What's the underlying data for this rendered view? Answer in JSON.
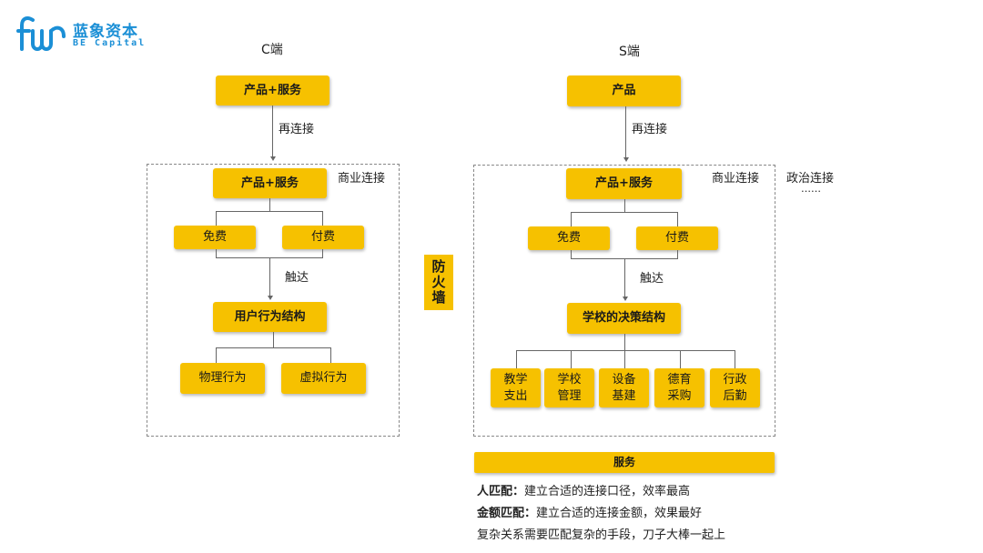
{
  "logo": {
    "name_cn": "蓝象资本",
    "name_en": "BE Capital",
    "color": "#1b8fd6"
  },
  "colors": {
    "box": "#F6C100",
    "line": "#666666",
    "dashed": "#888888"
  },
  "c_side": {
    "title": "C端",
    "top_box": "产品+服务",
    "reconnect": "再连接",
    "business": "商业连接",
    "inner_box": "产品+服务",
    "free": "免费",
    "paid": "付费",
    "reach": "触达",
    "structure": "用户行为结构",
    "leaves": [
      "物理行为",
      "虚拟行为"
    ]
  },
  "firewall": "防\n火\n墙",
  "s_side": {
    "title": "S端",
    "top_box": "产品",
    "reconnect": "再连接",
    "business": "商业连接",
    "politics": "政治连接",
    "politics_more": "……",
    "inner_box": "产品+服务",
    "free": "免费",
    "paid": "付费",
    "reach": "触达",
    "structure": "学校的决策结构",
    "leaves": [
      "教学\n支出",
      "学校\n管理",
      "设备\n基建",
      "德育\n采购",
      "行政\n后勤"
    ]
  },
  "service": {
    "bar": "服务",
    "lines": [
      {
        "bold": "人匹配：",
        "text": "建立合适的连接口径，效率最高"
      },
      {
        "bold": "金额匹配：",
        "text": "建立合适的连接金额，效果最好"
      },
      {
        "bold": "",
        "text": "复杂关系需要匹配复杂的手段，刀子大棒一起上"
      }
    ]
  }
}
